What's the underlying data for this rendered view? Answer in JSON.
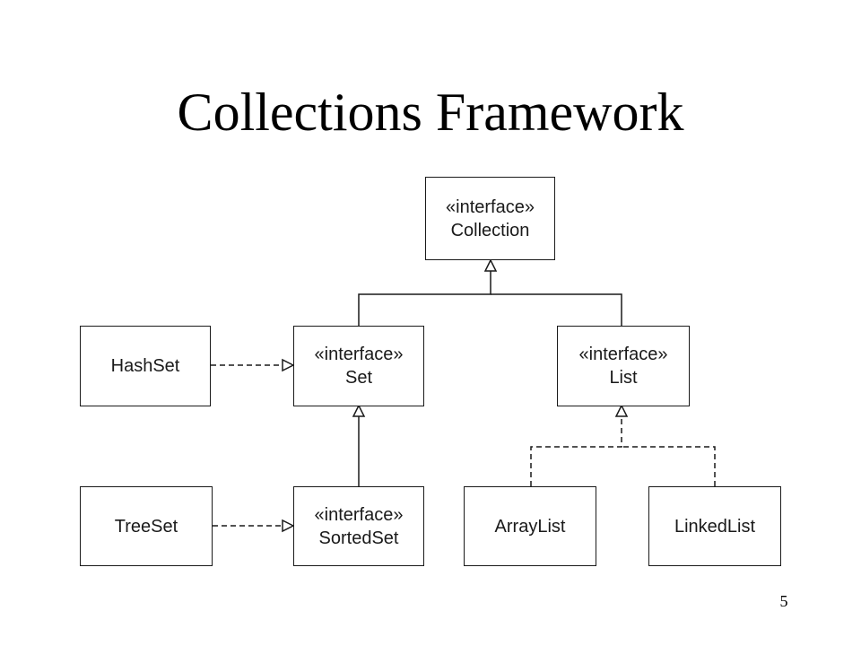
{
  "title": "Collections Framework",
  "page_number": "5",
  "stereotype": "«interface»",
  "nodes": {
    "collection": {
      "stereotype": "«interface»",
      "name": "Collection"
    },
    "set": {
      "stereotype": "«interface»",
      "name": "Set"
    },
    "list": {
      "stereotype": "«interface»",
      "name": "List"
    },
    "sortedset": {
      "stereotype": "«interface»",
      "name": "SortedSet"
    },
    "hashset": {
      "name": "HashSet"
    },
    "treeset": {
      "name": "TreeSet"
    },
    "arraylist": {
      "name": "ArrayList"
    },
    "linkedlist": {
      "name": "LinkedList"
    }
  },
  "relations": [
    {
      "from": "Set",
      "to": "Collection",
      "kind": "extends"
    },
    {
      "from": "List",
      "to": "Collection",
      "kind": "extends"
    },
    {
      "from": "SortedSet",
      "to": "Set",
      "kind": "extends"
    },
    {
      "from": "HashSet",
      "to": "Set",
      "kind": "implements"
    },
    {
      "from": "TreeSet",
      "to": "SortedSet",
      "kind": "implements"
    },
    {
      "from": "ArrayList",
      "to": "List",
      "kind": "implements"
    },
    {
      "from": "LinkedList",
      "to": "List",
      "kind": "implements"
    }
  ]
}
